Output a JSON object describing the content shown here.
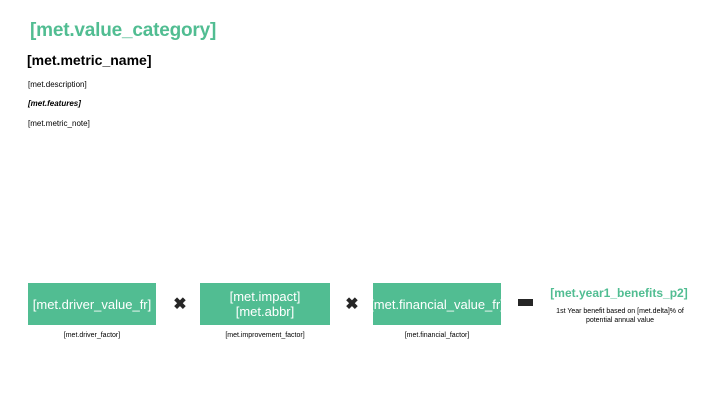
{
  "header": {
    "value_category": "[met.value_category]",
    "metric_name": "[met.metric_name]",
    "description": "[met.description]",
    "features": "[met.features]",
    "metric_note": "[met.metric_note]"
  },
  "colors": {
    "accent_green": "#51bd92",
    "box_fill": "#51bd92",
    "box_text": "#ffffff",
    "operator": "#262626",
    "body_text": "#000000",
    "background": "#ffffff"
  },
  "formula": {
    "boxes": [
      {
        "id": "driver",
        "lines": [
          "[met.driver_value_fr]"
        ],
        "caption": "[met.driver_factor]"
      },
      {
        "id": "impact",
        "lines": [
          "[met.impact]",
          "[met.abbr]"
        ],
        "caption": "[met.improvement_factor]"
      },
      {
        "id": "financial",
        "lines": [
          "[met.financial_value_fr]"
        ],
        "caption": "[met.financial_factor]"
      }
    ],
    "operators": {
      "multiply_1": "✖",
      "multiply_2": "✖",
      "equals": "▬"
    },
    "result": {
      "title": "[met.year1_benefits_p2]",
      "subtitle": "1st Year benefit based on [met.delta]% of potential annual value"
    }
  }
}
